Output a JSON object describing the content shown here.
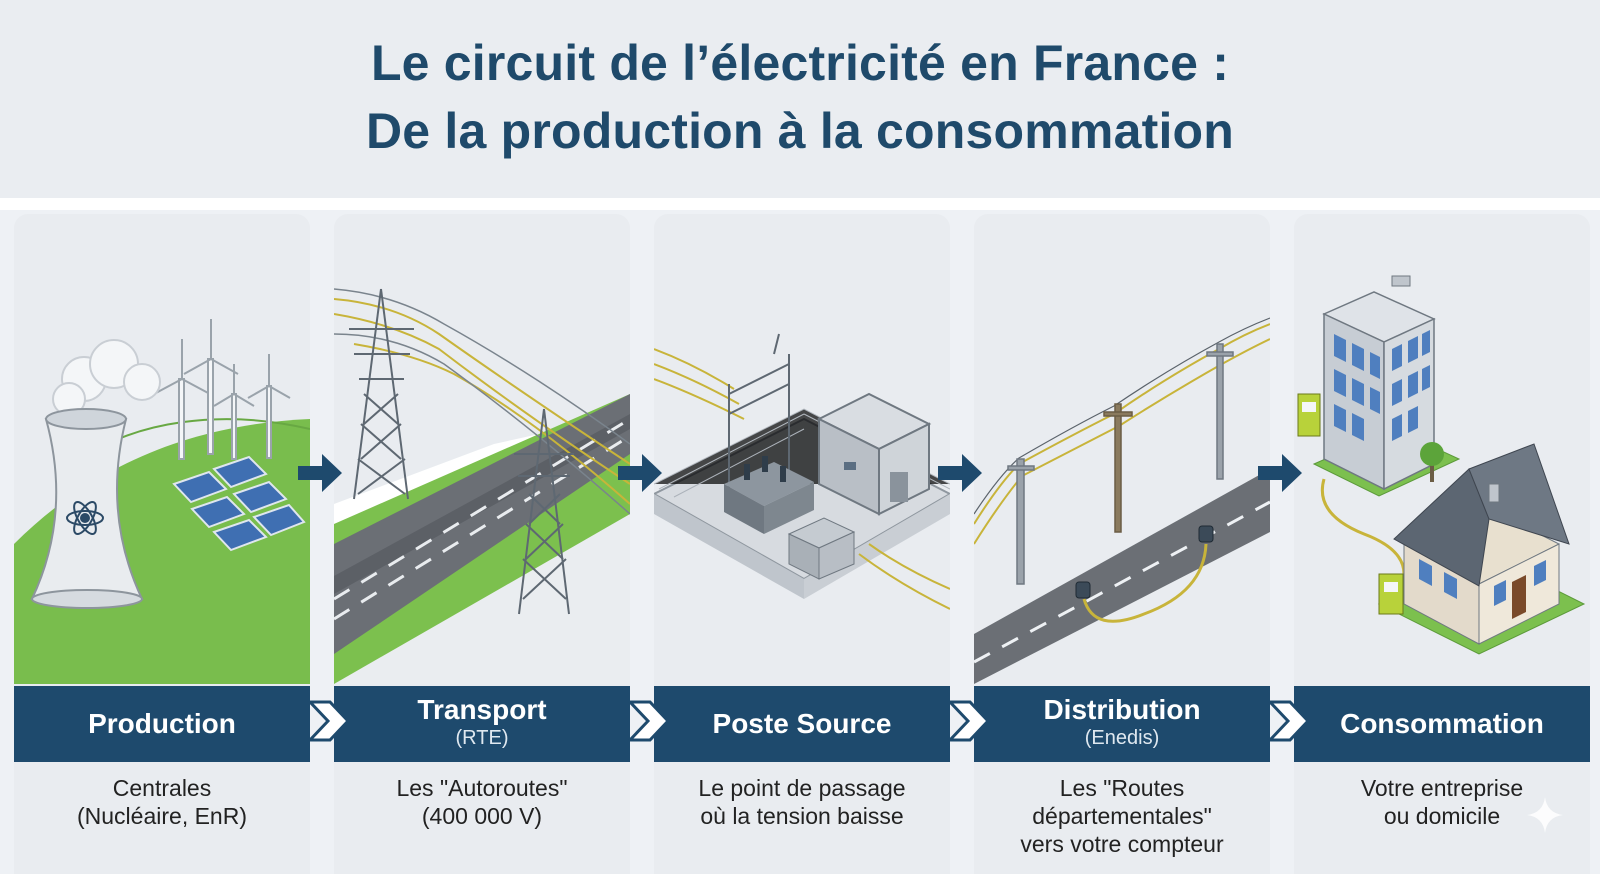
{
  "title_line1": "Le circuit de l’électricité en France :",
  "title_line2": "De la production à la consommation",
  "stages": [
    {
      "title": "Production",
      "subtitle": "",
      "desc_lines": [
        "Centrales",
        "(Nucléaire, EnR)"
      ]
    },
    {
      "title": "Transport",
      "subtitle": "(RTE)",
      "desc_lines": [
        "Les \"Autoroutes\"",
        "(400 000 V)"
      ]
    },
    {
      "title": "Poste Source",
      "subtitle": "",
      "desc_lines": [
        "Le point de passage",
        "où la tension baisse"
      ]
    },
    {
      "title": "Distribution",
      "subtitle": "(Enedis)",
      "desc_lines": [
        "Les \"Routes",
        "départementales\"",
        "vers votre compteur"
      ]
    },
    {
      "title": "Consommation",
      "subtitle": "",
      "desc_lines": [
        "Votre entreprise",
        "ou domicile"
      ]
    }
  ],
  "colors": {
    "title": "#1f4a6b",
    "bar": "#1e4a6d",
    "grass": "#7cc04e",
    "road": "#6b6f75",
    "cable": "#c8b43a"
  }
}
